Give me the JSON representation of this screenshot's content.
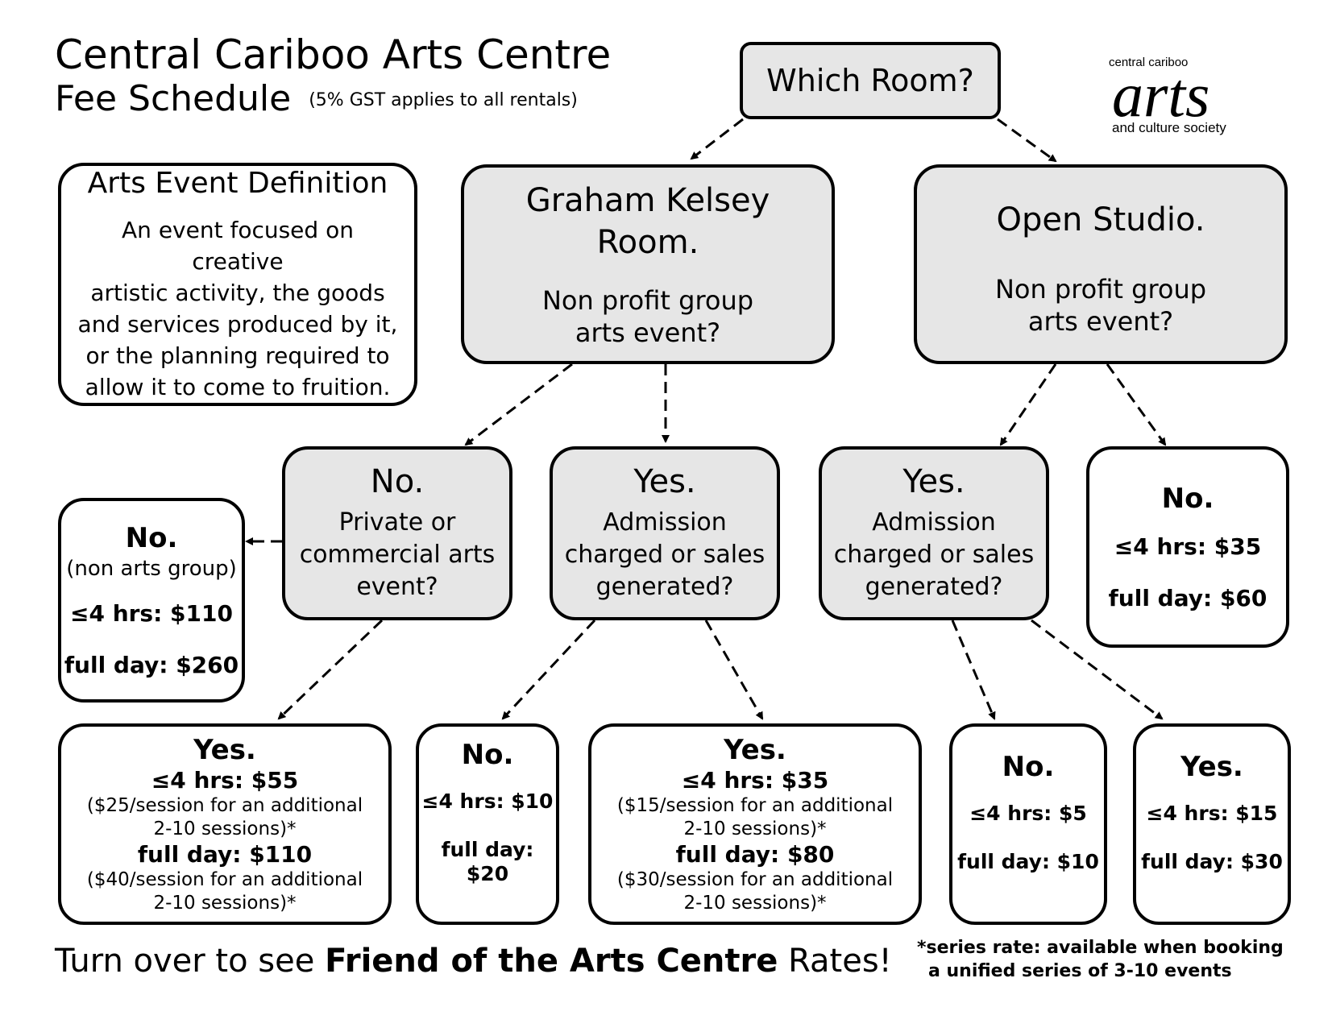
{
  "header": {
    "title_line1": "Central Cariboo Arts Centre",
    "title_line2": "Fee Schedule",
    "gst_note": "(5% GST applies to all rentals)"
  },
  "logo": {
    "top_text": "central cariboo",
    "script_text": "arts",
    "bottom_text": "and culture society"
  },
  "which_room": "Which Room?",
  "definition": {
    "title": "Arts Event Definition",
    "lines": [
      "An event focused on creative",
      "artistic activity, the goods",
      "and services produced by it,",
      "or the planning required to",
      "allow it to come to fruition."
    ]
  },
  "rooms": {
    "graham": {
      "name_line1": "Graham Kelsey",
      "name_line2": "Room.",
      "question_line1": "Non profit group",
      "question_line2": "arts event?"
    },
    "studio": {
      "name_line1": "Open Studio.",
      "question_line1": "Non profit group",
      "question_line2": "arts event?"
    }
  },
  "graham_no": {
    "head": "No.",
    "line1": "Private or",
    "line2": "commercial arts",
    "line3": "event?"
  },
  "graham_yes": {
    "head": "Yes.",
    "line1": "Admission",
    "line2": "charged or sales",
    "line3": "generated?"
  },
  "studio_yes": {
    "head": "Yes.",
    "line1": "Admission",
    "line2": "charged or sales",
    "line3": "generated?"
  },
  "studio_no_fee": {
    "head": "No.",
    "hours": "≤4 hrs: $35",
    "day": "full day: $60"
  },
  "non_arts_fee": {
    "head": "No.",
    "sub": "(non arts group)",
    "hours": "≤4 hrs: $110",
    "day": "full day: $260"
  },
  "commercial_yes_fee": {
    "head": "Yes.",
    "hours": "≤4 hrs: $55",
    "hours_note1": "($25/session for an additional",
    "hours_note2": "2-10 sessions)*",
    "day": "full day: $110",
    "day_note1": "($40/session for an additional",
    "day_note2": "2-10 sessions)*"
  },
  "graham_adm_no_fee": {
    "head": "No.",
    "hours": "≤4 hrs: $10",
    "day": "full day: $20"
  },
  "graham_adm_yes_fee": {
    "head": "Yes.",
    "hours": "≤4 hrs: $35",
    "hours_note1": "($15/session for an additional",
    "hours_note2": "2-10 sessions)*",
    "day": "full day: $80",
    "day_note1": "($30/session for an additional",
    "day_note2": "2-10 sessions)*"
  },
  "studio_adm_no_fee": {
    "head": "No.",
    "hours": "≤4 hrs: $5",
    "day": "full day: $10"
  },
  "studio_adm_yes_fee": {
    "head": "Yes.",
    "hours": "≤4 hrs: $15",
    "day": "full day: $30"
  },
  "footer": {
    "prefix": "Turn over to see ",
    "bold": "Friend of the Arts Centre",
    "suffix": " Rates!"
  },
  "footnote": {
    "line1": "*series rate: available when booking",
    "line2": "a unified series of 3-10 events"
  }
}
